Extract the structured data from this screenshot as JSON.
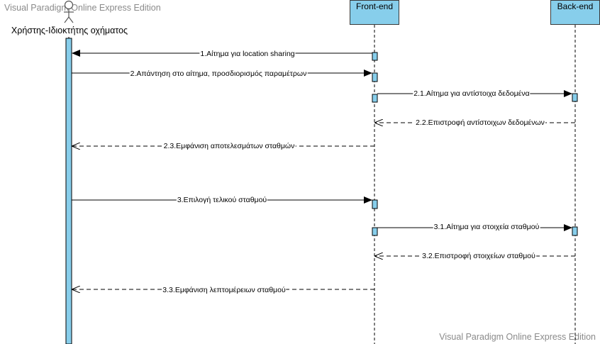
{
  "watermark": {
    "top": "Visual Paradigm Online Express Edition",
    "bottom": "Visual Paradigm Online Express Edition"
  },
  "participants": {
    "actor": {
      "label": "Χρήστης-Ιδιοκτήτης οχήματος",
      "icon": "stick-figure-icon"
    },
    "frontend": {
      "label": "Front-end"
    },
    "backend": {
      "label": "Back-end"
    }
  },
  "colors": {
    "lifeline_fill": "#87ceeb",
    "activation_fill": "#87ceeb",
    "line": "#000000"
  },
  "messages": [
    {
      "id": "m1",
      "label": "1.Αίτημα για location sharing",
      "from": "frontend",
      "to": "actor",
      "style": "sync"
    },
    {
      "id": "m2",
      "label": "2.Απάντηση στο αίτημα, προσδιορισμός παραμέτρων",
      "from": "actor",
      "to": "frontend",
      "style": "sync"
    },
    {
      "id": "m21",
      "label": "2.1.Αίτημα για αντίστοιχα δεδομένα",
      "from": "frontend",
      "to": "backend",
      "style": "sync"
    },
    {
      "id": "m22",
      "label": "2.2.Επιστροφή αντίστοιχων δεδομένων",
      "from": "backend",
      "to": "frontend",
      "style": "return"
    },
    {
      "id": "m23",
      "label": "2.3.Εμφάνιση αποτελεσμάτων σταθμών",
      "from": "frontend",
      "to": "actor",
      "style": "return"
    },
    {
      "id": "m3",
      "label": "3.Επιλογή τελικού σταθμού",
      "from": "actor",
      "to": "frontend",
      "style": "sync"
    },
    {
      "id": "m31",
      "label": "3.1.Αίτημα για στοιχεία σταθμού",
      "from": "frontend",
      "to": "backend",
      "style": "sync"
    },
    {
      "id": "m32",
      "label": "3.2.Επιστροφή στοιχείων σταθμού",
      "from": "backend",
      "to": "frontend",
      "style": "return"
    },
    {
      "id": "m33",
      "label": "3.3.Εμφάνιση λεπτομέρειων σταθμού",
      "from": "frontend",
      "to": "actor",
      "style": "return"
    }
  ]
}
